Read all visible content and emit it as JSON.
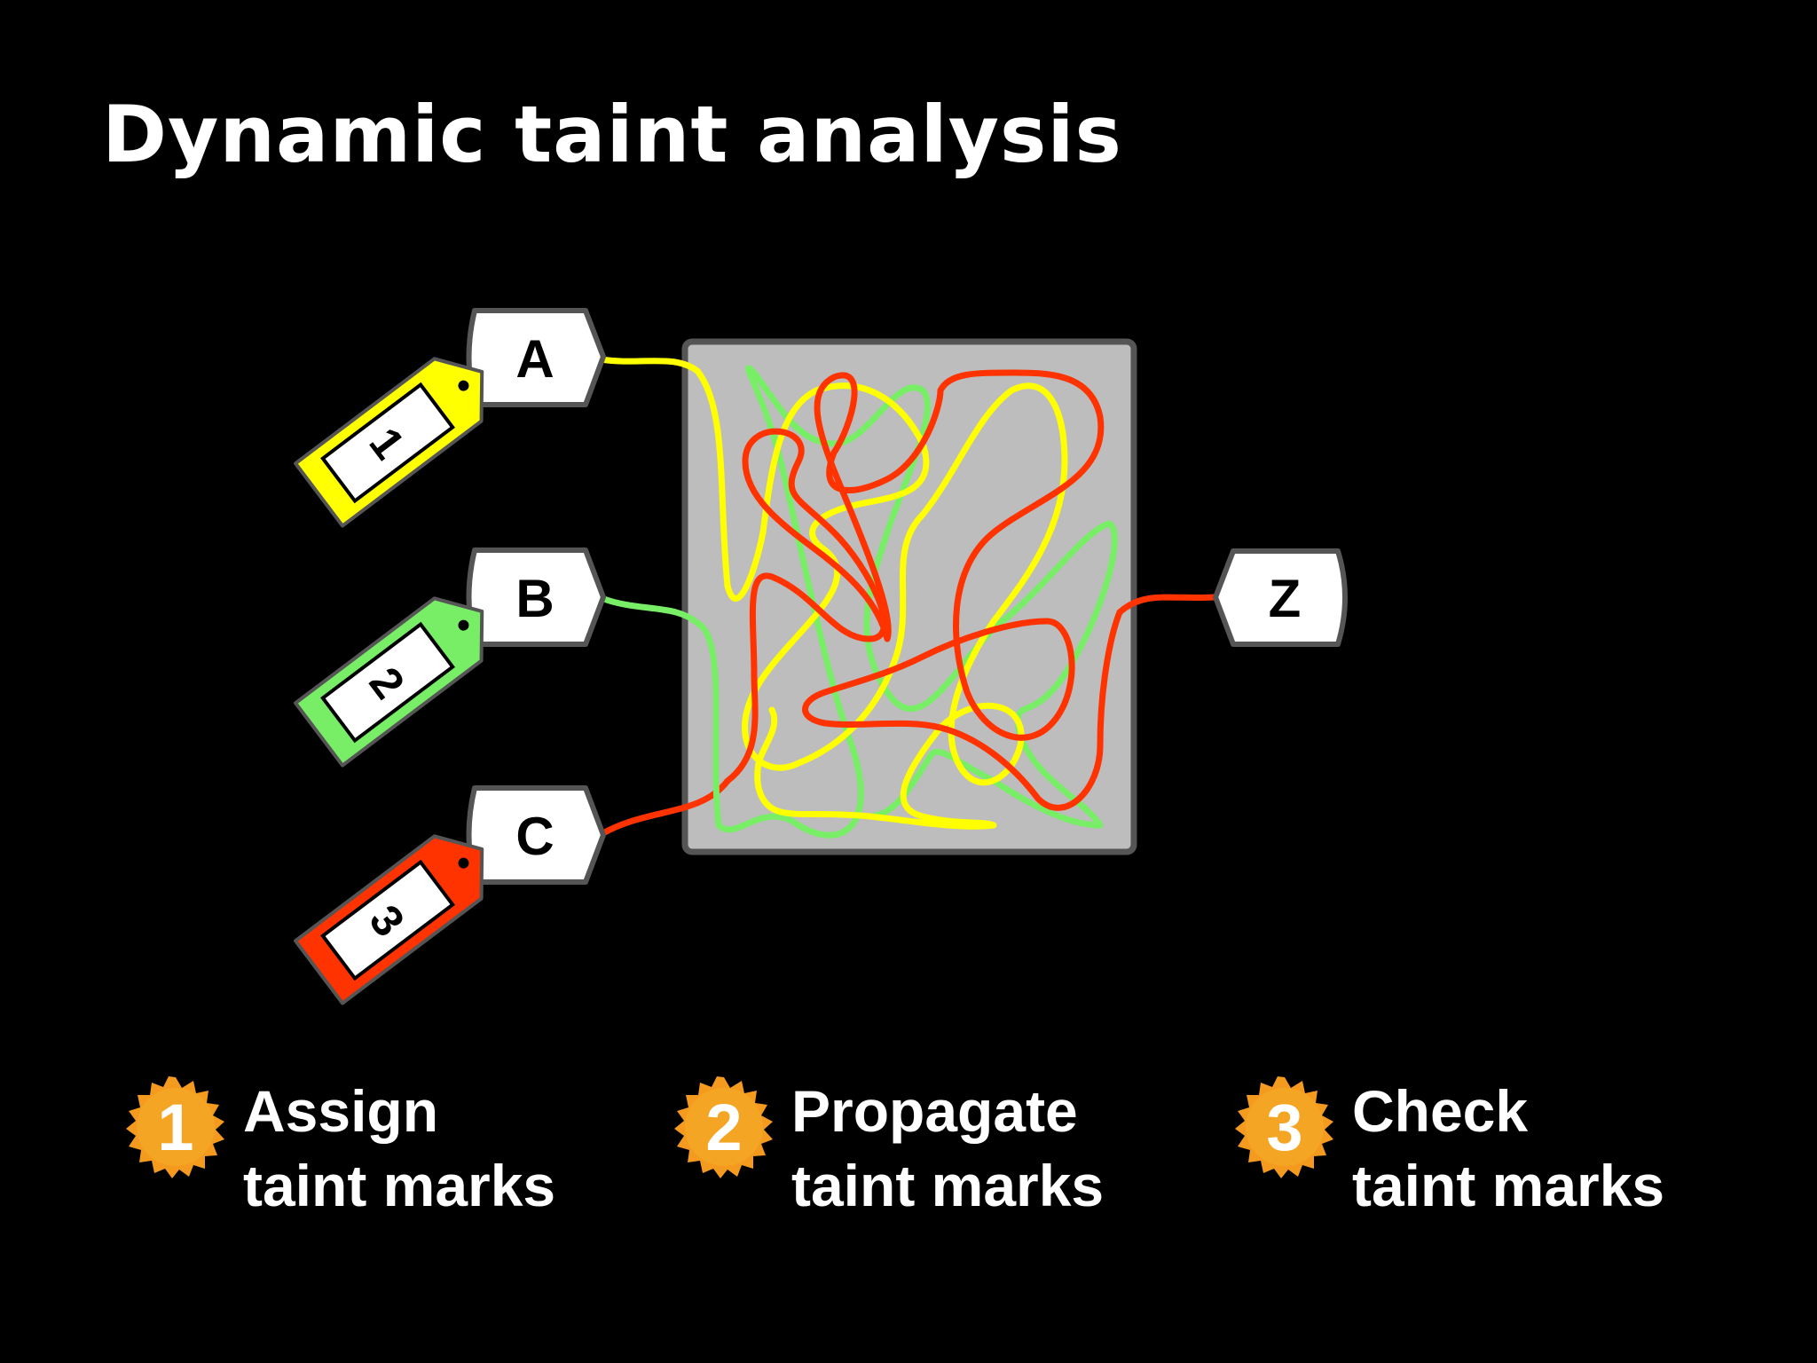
{
  "slide": {
    "title": "Dynamic taint analysis"
  },
  "diagram": {
    "inputs": [
      {
        "port": "A",
        "tag": "1",
        "color": "#ffff00"
      },
      {
        "port": "B",
        "tag": "2",
        "color": "#77ee66"
      },
      {
        "port": "C",
        "tag": "3",
        "color": "#ff3300"
      }
    ],
    "output": {
      "port": "Z"
    },
    "box_color": "#bdbdbd"
  },
  "steps": [
    {
      "number": "1",
      "line1": "Assign",
      "line2": "taint marks"
    },
    {
      "number": "2",
      "line1": "Propagate",
      "line2": "taint marks"
    },
    {
      "number": "3",
      "line1": "Check",
      "line2": "taint marks"
    }
  ],
  "colors": {
    "background": "#000000",
    "badge": "#f39a1f",
    "text": "#ffffff"
  }
}
